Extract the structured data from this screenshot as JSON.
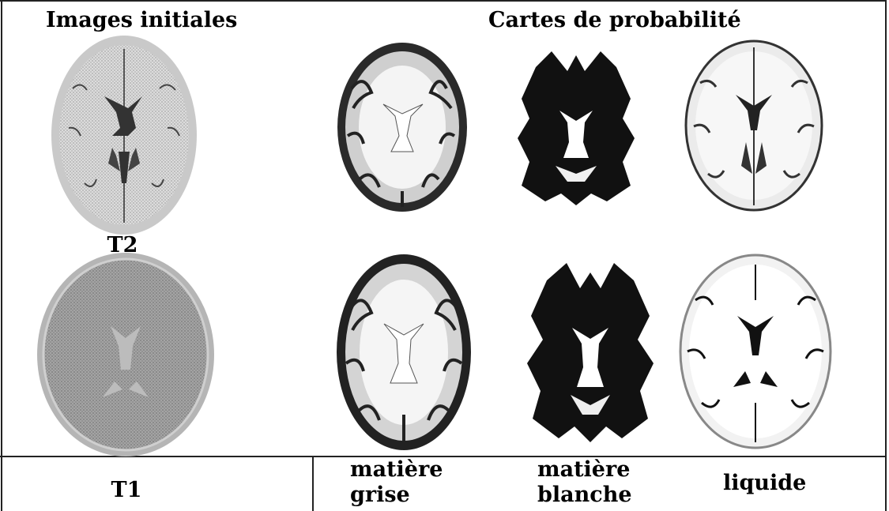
{
  "headings": {
    "initial": "Images initiales",
    "probability": "Cartes de probabilité"
  },
  "labels": {
    "t2": "T2",
    "t1": "T1",
    "grey_matter": [
      "matière",
      "grise"
    ],
    "white_matter": [
      "matière",
      "blanche"
    ],
    "csf": "liquide"
  },
  "panels": [
    {
      "name": "t2-scan",
      "description_icon": "brain-mri-icon"
    },
    {
      "name": "t1-scan",
      "description_icon": "brain-mri-icon"
    },
    {
      "name": "grey-matter-map-top",
      "description_icon": "brain-mri-icon"
    },
    {
      "name": "white-matter-map-top",
      "description_icon": "brain-mri-icon"
    },
    {
      "name": "csf-map-top",
      "description_icon": "brain-mri-icon"
    },
    {
      "name": "grey-matter-map-bottom",
      "description_icon": "brain-mri-icon"
    },
    {
      "name": "white-matter-map-bottom",
      "description_icon": "brain-mri-icon"
    },
    {
      "name": "csf-map-bottom",
      "description_icon": "brain-mri-icon"
    }
  ]
}
